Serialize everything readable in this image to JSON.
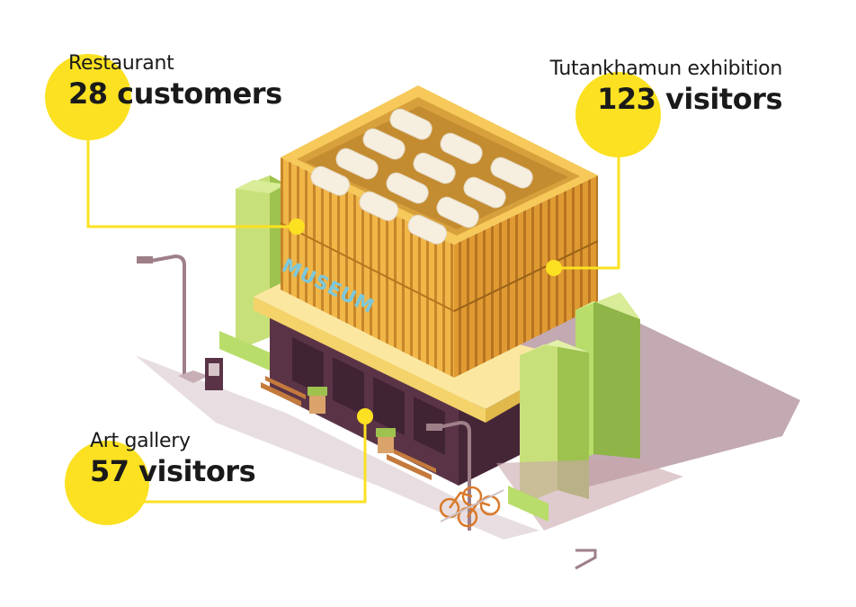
{
  "callouts": {
    "restaurant": {
      "title": "Restaurant",
      "value": "28 customers"
    },
    "exhibition": {
      "title": "Tutankhamun exhibition",
      "value": "123 visitors"
    },
    "art_gallery": {
      "title": "Art gallery",
      "value": "57 visitors"
    }
  },
  "building_sign": "MUSEUM",
  "colors": {
    "accent_yellow": "#fbe122",
    "facade": "#e8a838",
    "tree_green": "#b9dd6a",
    "shadow": "#b99aa3",
    "base": "#5a3446"
  }
}
